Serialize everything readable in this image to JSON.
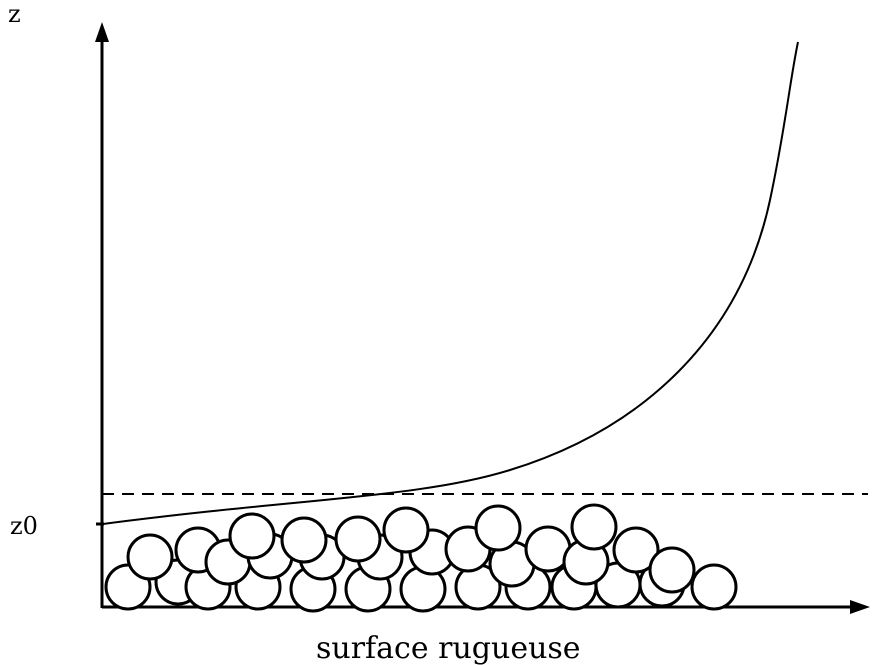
{
  "axes": {
    "y_label": "z",
    "z0_label": "z0",
    "x_caption": "surface rugueuse"
  },
  "colors": {
    "ink": "#000000",
    "background": "#ffffff"
  },
  "diagram": {
    "elements": [
      "vertical axis with arrow",
      "horizontal axis with arrow",
      "logarithmic wind profile curve",
      "dashed horizontal line",
      "rough surface of packed spheres"
    ]
  }
}
